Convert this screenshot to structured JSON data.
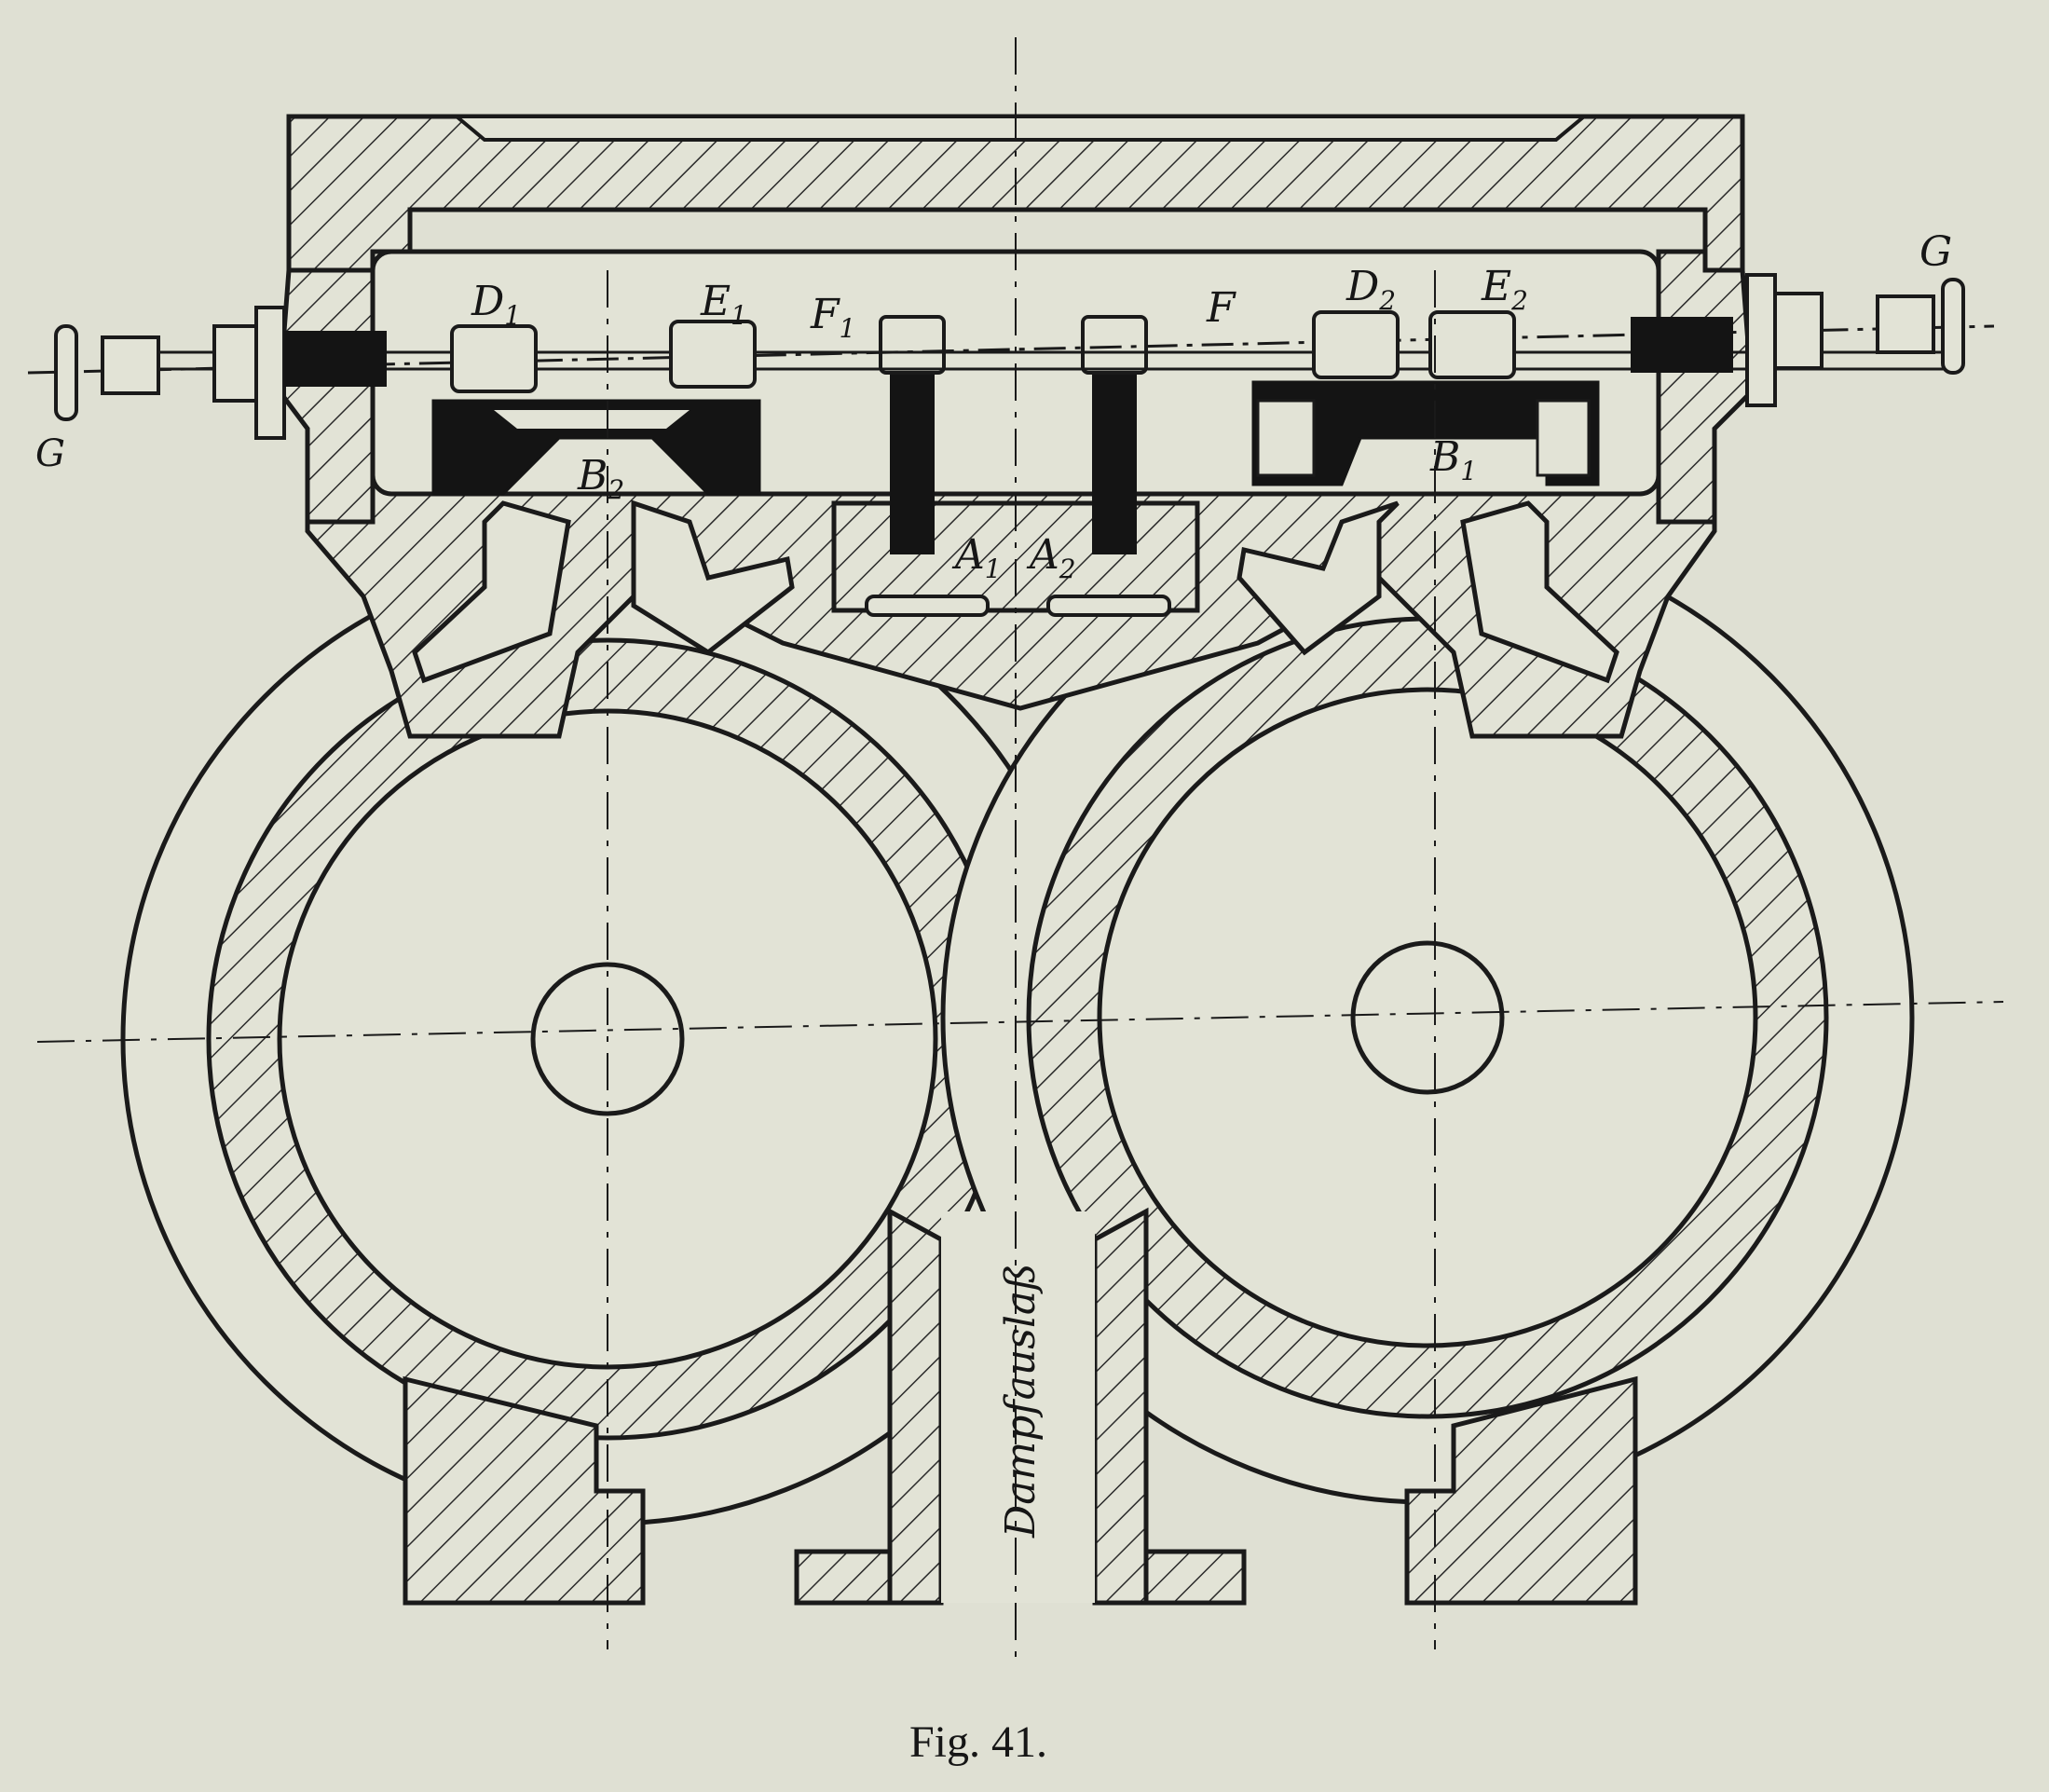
{
  "figure": {
    "caption": "Fig. 41.",
    "colors": {
      "paper": "#dfe0d3",
      "ink": "#1a1a1a",
      "hatch": "#2a2a2a"
    },
    "labels": {
      "d1": "D",
      "d1_sub": "1",
      "e1": "E",
      "e1_sub": "1",
      "f1": "F",
      "f1_sub": "1",
      "f2": "F",
      "d2": "D",
      "d2_sub": "2",
      "e2": "E",
      "e2_sub": "2",
      "g_left": "G",
      "g_right": "G",
      "b2": "B",
      "b2_sub": "2",
      "b1": "B",
      "b1_sub": "1",
      "a1": "A",
      "a1_sub": "1",
      "a2": "A",
      "a2_sub": "2",
      "exhaust": "Dampfauslaß"
    }
  }
}
